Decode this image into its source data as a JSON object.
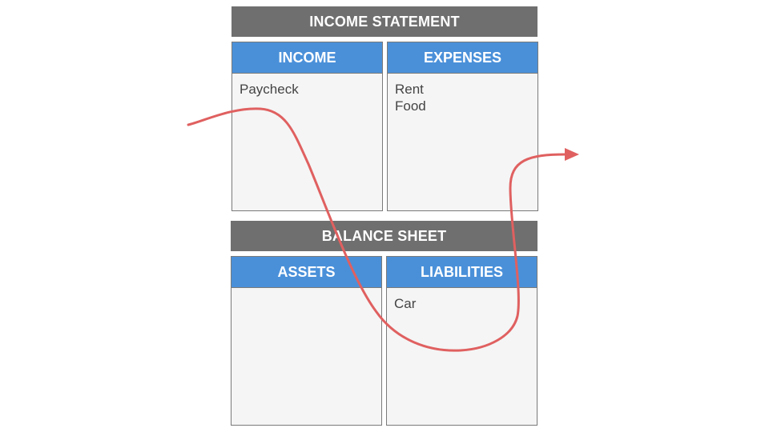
{
  "income_statement": {
    "title": "INCOME STATEMENT",
    "income": {
      "label": "INCOME",
      "items": [
        "Paycheck"
      ]
    },
    "expenses": {
      "label": "EXPENSES",
      "items": [
        "Rent",
        "Food"
      ]
    }
  },
  "balance_sheet": {
    "title": "BALANCE SHEET",
    "assets": {
      "label": "ASSETS",
      "items": []
    },
    "liabilities": {
      "label": "LIABILITIES",
      "items": [
        "Car"
      ]
    }
  },
  "colors": {
    "section_header": "#6f6f6f",
    "box_header": "#4a90d9",
    "box_body": "#f5f5f5",
    "flow_arrow": "#e06060"
  }
}
